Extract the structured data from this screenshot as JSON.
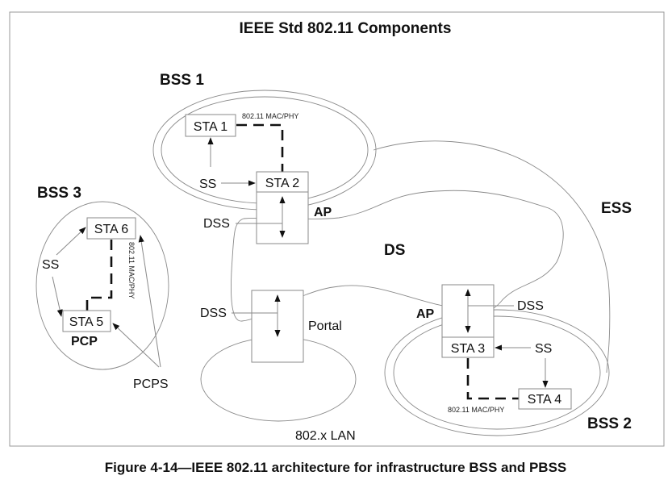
{
  "diagram": {
    "title": "IEEE Std 802.11 Components",
    "caption": "Figure 4-14—IEEE 802.11 architecture for infrastructure BSS and PBSS",
    "regions": {
      "bss1": "BSS 1",
      "bss2": "BSS 2",
      "bss3": "BSS 3",
      "ds": "DS",
      "ess": "ESS",
      "lan": "802.x LAN"
    },
    "stations": {
      "sta1": "STA 1",
      "sta2": "STA 2",
      "sta3": "STA 3",
      "sta4": "STA 4",
      "sta5": "STA 5",
      "sta6": "STA 6"
    },
    "roles": {
      "ap_top": "AP",
      "ap_bottom": "AP",
      "pcp": "PCP",
      "portal": "Portal"
    },
    "service_labels": {
      "ss_bss1": "SS",
      "ss_bss2": "SS",
      "ss_bss3": "SS",
      "dss_ap1": "DSS",
      "dss_portal": "DSS",
      "dss_ap2": "DSS",
      "pcps": "PCPS"
    },
    "link_labels": {
      "bss1": "802.11 MAC/PHY",
      "bss2": "802.11 MAC/PHY",
      "bss3": "802.11 MAC/PHY"
    }
  }
}
